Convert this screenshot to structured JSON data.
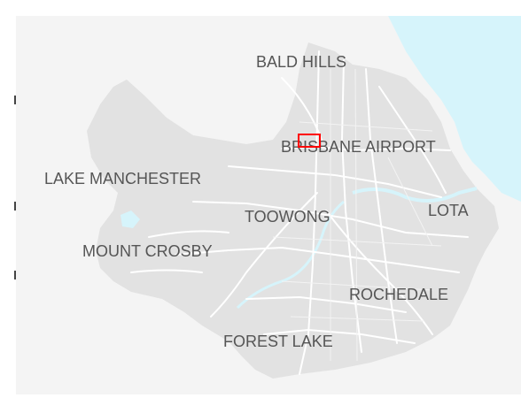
{
  "map": {
    "colors": {
      "background": "#f4f4f4",
      "land": "#e2e2e2",
      "water": "#d6f4fb",
      "roads": "#ffffff",
      "label": "#555555",
      "marker": "#ff0000"
    },
    "labels": [
      {
        "name": "label-bald-hills",
        "text": "BALD HILLS"
      },
      {
        "name": "label-brisbane-airport",
        "text": "BRISBANE AIRPORT"
      },
      {
        "name": "label-lake-manchester",
        "text": "LAKE MANCHESTER"
      },
      {
        "name": "label-toowong",
        "text": "TOOWONG"
      },
      {
        "name": "label-lota",
        "text": "LOTA"
      },
      {
        "name": "label-mount-crosby",
        "text": "MOUNT CROSBY"
      },
      {
        "name": "label-rochedale",
        "text": "ROCHEDALE"
      },
      {
        "name": "label-forest-lake",
        "text": "FOREST LAKE"
      }
    ]
  }
}
